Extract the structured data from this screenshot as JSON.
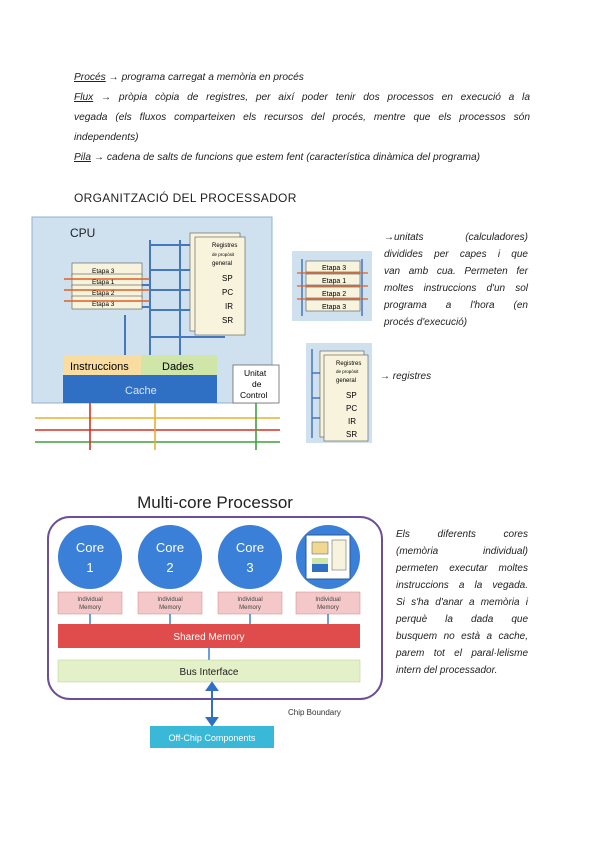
{
  "definitions": [
    {
      "term": "Procés",
      "text": " → programa carregat a memòria en procés"
    },
    {
      "term": "Flux",
      "text": " → pròpia còpia de registres, per així poder tenir dos processos en execució a la"
    },
    {
      "term": "",
      "text": "vegada (els fluxos comparteixen els recursos del procés, mentre que els processos són"
    },
    {
      "term": "",
      "text": "independents)"
    },
    {
      "term": "Pila",
      "text": " → cadena de salts de funcions que estem fent (característica dinàmica del programa)"
    }
  ],
  "section_heading": "ORGANITZACIÓ DEL PROCESSADOR",
  "cpu_diagram": {
    "title": "CPU",
    "stages": [
      "Etapa 3",
      "Etapa 1",
      "Etapa 2",
      "Etapa 3"
    ],
    "registers": [
      "Registres",
      "de propòsit",
      "general",
      "SP",
      "PC",
      "IR",
      "SR"
    ],
    "instructions_label": "Instruccions",
    "data_label": "Dades",
    "cache_label": "Cache",
    "control_unit": [
      "Unitat",
      "de",
      "Control"
    ]
  },
  "units_diagram": {
    "stages": [
      "Etapa 3",
      "Etapa 1",
      "Etapa 2",
      "Etapa 3"
    ]
  },
  "units_note": [
    "→unitats (calculadores)",
    "dividides per capes i que",
    "van amb cua. Permeten fer",
    "moltes instruccions d'un sol",
    "programa a l'hora (en",
    "procés d'execució)"
  ],
  "registers_note": "→ registres",
  "multicore": {
    "title": "Multi-core Processor",
    "cores": [
      {
        "label": "Core",
        "number": "1"
      },
      {
        "label": "Core",
        "number": "2"
      },
      {
        "label": "Core",
        "number": "3"
      }
    ],
    "individual_memory": [
      "Individual",
      "Memory"
    ],
    "shared_memory": "Shared Memory",
    "bus_interface": "Bus Interface",
    "chip_boundary": "Chip Boundary",
    "off_chip": "Off-Chip Components"
  },
  "cores_note": [
    "Els diferents cores",
    "(memòria individual)",
    "permeten executar moltes",
    "instruccions a la vegada.",
    "Si s'ha d'anar a memòria i",
    "perquè la dada que",
    "busquem no està a cache,",
    "parem tot el paral·lelisme",
    "intern del processador."
  ]
}
